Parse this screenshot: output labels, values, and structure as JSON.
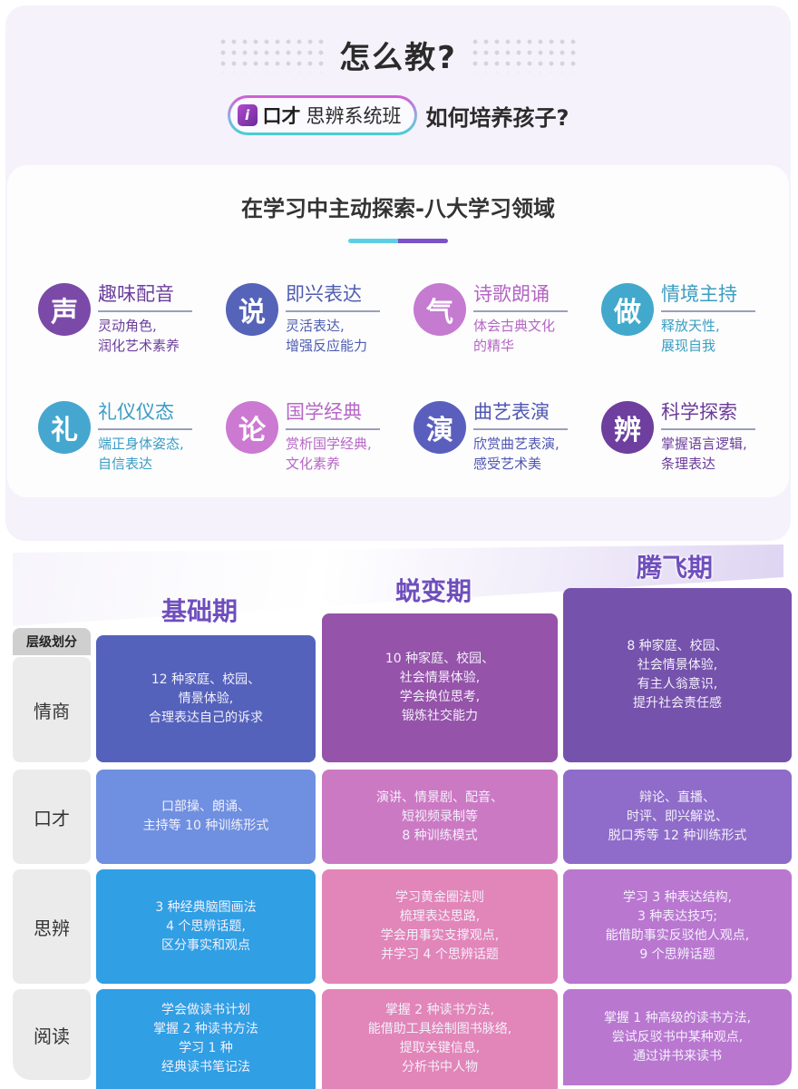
{
  "header": {
    "title": "怎么教?",
    "badge": {
      "logo_glyph": "i",
      "brand": "口才",
      "name": "思辨系统班"
    },
    "question": "如何培养孩子?"
  },
  "areas_section": {
    "title": "在学习中主动探索-八大学习领域",
    "underline_colors": [
      "#5ecfe2",
      "#7b52c7"
    ],
    "items": [
      {
        "glyph": "声",
        "title": "趣味配音",
        "desc": [
          "灵动角色,",
          "润化艺术素养"
        ],
        "circle_color": "#7b4aa8",
        "text_color": "#6c3f9c"
      },
      {
        "glyph": "说",
        "title": "即兴表达",
        "desc": [
          "灵活表达,",
          "增强反应能力"
        ],
        "circle_color": "#5563b8",
        "text_color": "#4e5cb0"
      },
      {
        "glyph": "气",
        "title": "诗歌朗诵",
        "desc": [
          "体会古典文化",
          "的精华"
        ],
        "circle_color": "#c47bd0",
        "text_color": "#b466c4"
      },
      {
        "glyph": "做",
        "title": "情境主持",
        "desc": [
          "释放天性,",
          "展现自我"
        ],
        "circle_color": "#42a9cc",
        "text_color": "#3c9dc0"
      },
      {
        "glyph": "礼",
        "title": "礼仪仪态",
        "desc": [
          "端正身体姿态,",
          "自信表达"
        ],
        "circle_color": "#45a7cf",
        "text_color": "#3c9cc4"
      },
      {
        "glyph": "论",
        "title": "国学经典",
        "desc": [
          "赏析国学经典,",
          "文化素养"
        ],
        "circle_color": "#cc79d2",
        "text_color": "#b768c6"
      },
      {
        "glyph": "演",
        "title": "曲艺表演",
        "desc": [
          "欣赏曲艺表演,",
          "感受艺术美"
        ],
        "circle_color": "#5a5fbe",
        "text_color": "#4f56b2"
      },
      {
        "glyph": "辨",
        "title": "科学探索",
        "desc": [
          "掌握语言逻辑,",
          "条理表达"
        ],
        "circle_color": "#6e3f9e",
        "text_color": "#6a3c99"
      }
    ]
  },
  "stages_table": {
    "layer_header": "层级划分",
    "stages": [
      {
        "label": "基础期"
      },
      {
        "label": "蜕变期"
      },
      {
        "label": "腾飞期"
      }
    ],
    "rows": [
      {
        "label": "情商",
        "cells": [
          {
            "text": "12 种家庭、校园、\n情景体验,\n合理表达自己的诉求",
            "color": "#5462bb"
          },
          {
            "text": "10 种家庭、校园、\n社会情景体验,\n学会换位思考,\n锻炼社交能力",
            "color": "#9553a9"
          },
          {
            "text": "8 种家庭、校园、\n社会情景体验,\n有主人翁意识,\n提升社会责任感",
            "color": "#7552ab"
          }
        ]
      },
      {
        "label": "口才",
        "cells": [
          {
            "text": "口部操、朗诵、\n主持等 10 种训练形式",
            "color": "#6f90e0"
          },
          {
            "text": "演讲、情景剧、配音、\n短视频录制等\n8 种训练模式",
            "color": "#cc79c4"
          },
          {
            "text": "辩论、直播、\n时评、即兴解说、\n脱口秀等 12 种训练形式",
            "color": "#8f6cc9"
          }
        ]
      },
      {
        "label": "思辨",
        "cells": [
          {
            "text": "3 种经典脑图画法\n4 个思辨话题,\n区分事实和观点",
            "color": "#309fe4"
          },
          {
            "text": "学习黄金圈法则\n梳理表达思路,\n学会用事实支撑观点,\n并学习 4 个思辨话题",
            "color": "#e285b8"
          },
          {
            "text": "学习 3 种表达结构,\n3 种表达技巧;\n能借助事实反驳他人观点,\n9 个思辨话题",
            "color": "#b977d0"
          }
        ]
      },
      {
        "label": "阅读",
        "cells": [
          {
            "text": "学会做读书计划\n掌握 2 种读书方法\n学习 1 种\n经典读书笔记法",
            "color": "#309fe4"
          },
          {
            "text": "掌握 2 种读书方法,\n能借助工具绘制图书脉络,\n提取关键信息,\n分析书中人物",
            "color": "#e285b8"
          },
          {
            "text": "掌握 1 种高级的读书方法,\n尝试反驳书中某种观点,\n通过讲书来读书",
            "color": "#b977d0"
          }
        ]
      }
    ]
  }
}
